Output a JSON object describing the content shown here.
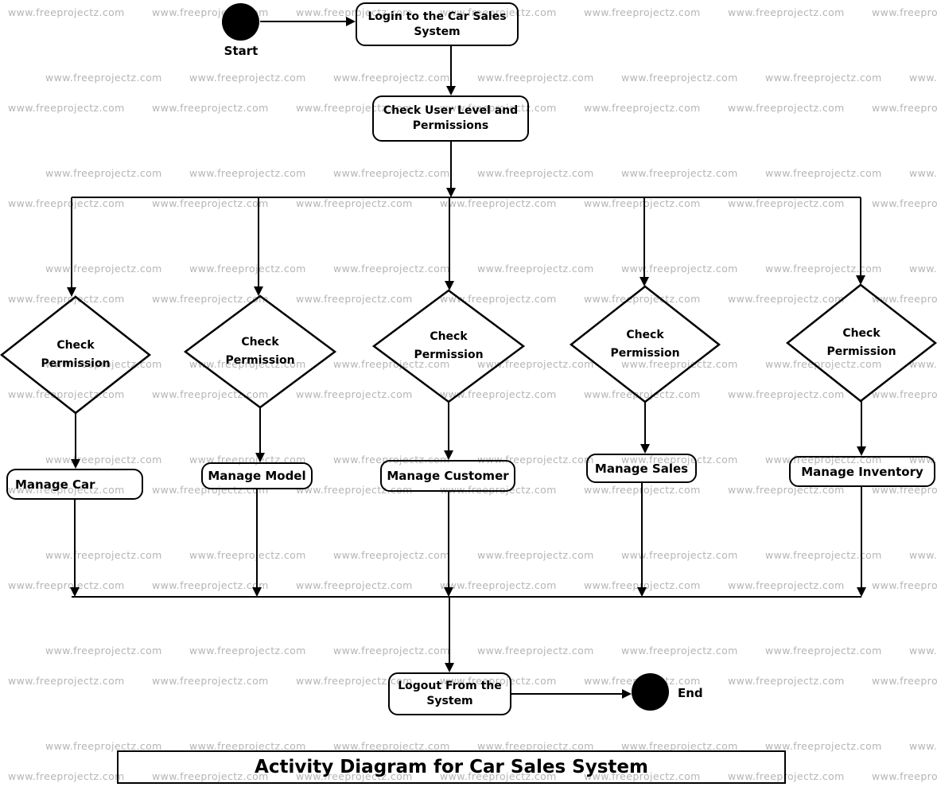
{
  "watermark": {
    "text": "www.freeprojectz.com",
    "color": "#b5b5b5"
  },
  "colors": {
    "line": "#000000",
    "terminal": "#000000",
    "background": "#ffffff"
  },
  "diagram": {
    "start_label": "Start",
    "login_lines": [
      "Login to the Car Sales",
      "System"
    ],
    "check_lines": [
      "Check User Level and",
      "Permissions"
    ],
    "decisions": [
      {
        "line1": "Check",
        "line2": "Permission"
      },
      {
        "line1": "Check",
        "line2": "Permission"
      },
      {
        "line1": "Check",
        "line2": "Permission"
      },
      {
        "line1": "Check",
        "line2": "Permission"
      },
      {
        "line1": "Check",
        "line2": "Permission"
      }
    ],
    "actions": [
      "Manage Car",
      "Manage Model",
      "Manage Customer",
      "Manage Sales",
      "Manage Inventory"
    ],
    "logout_lines": [
      "Logout From the",
      "System"
    ],
    "end_label": "End",
    "title": "Activity Diagram for Car Sales System"
  }
}
